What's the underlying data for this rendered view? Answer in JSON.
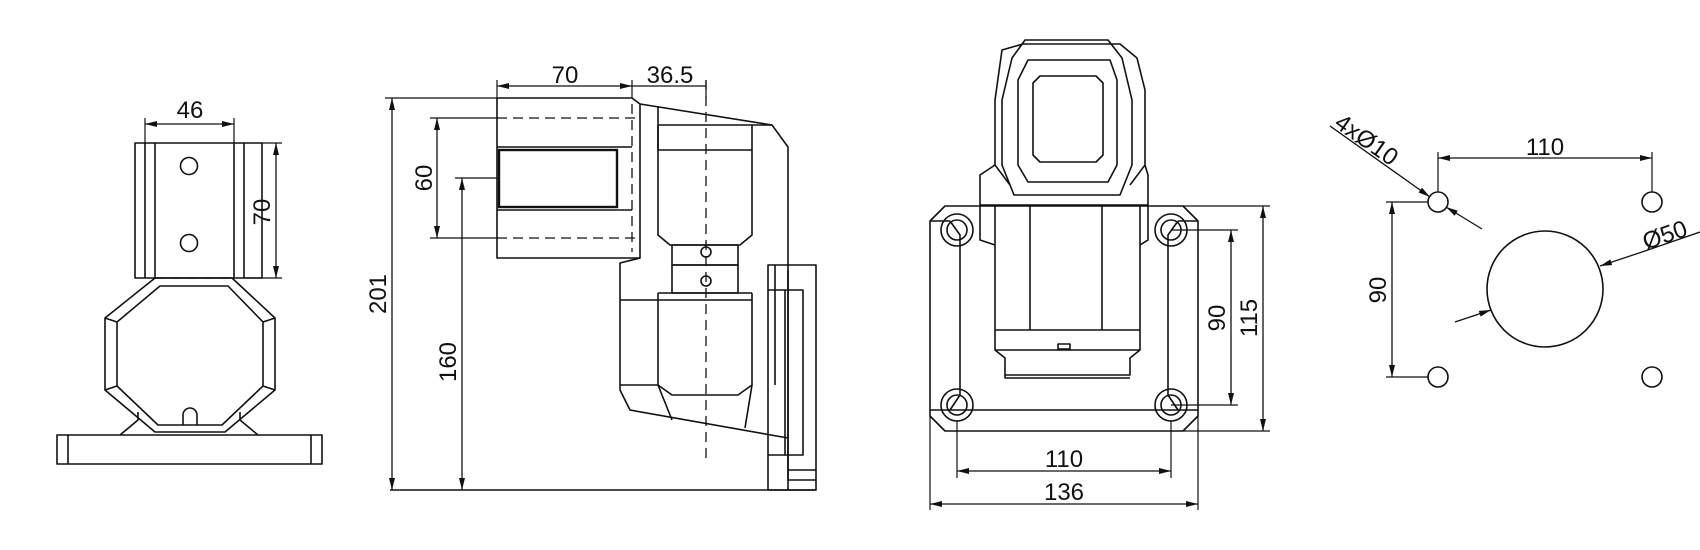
{
  "views": {
    "side": {
      "dim_width": "46",
      "dim_height": "70"
    },
    "front": {
      "dim_top_left": "70",
      "dim_top_right": "36.5",
      "dim_60": "60",
      "dim_total_height": "201",
      "dim_axis_height": "160"
    },
    "rear": {
      "dim_90": "90",
      "dim_115": "115",
      "dim_110": "110",
      "dim_136": "136"
    },
    "hole_pattern": {
      "dim_holes": "4xØ10",
      "dim_spacing_x": "110",
      "dim_spacing_y": "90",
      "dim_center_hole": "Ø50"
    }
  }
}
